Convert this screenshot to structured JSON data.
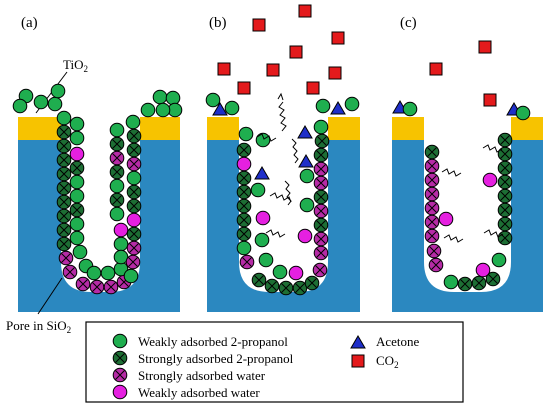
{
  "colors": {
    "substrate": "#2B88C0",
    "tio2": "#F7C300",
    "weak_propanol": "#1FAE4F",
    "strong_propanol": "#1D6E34",
    "strong_water": "#B62BA6",
    "weak_water": "#E520E0",
    "acetone": "#1F2FC9",
    "co2": "#E41A1C"
  },
  "panels": [
    {
      "label": "(a)"
    },
    {
      "label": "(b)"
    },
    {
      "label": "(c)"
    }
  ],
  "annotations": {
    "tio2": "TiO",
    "tio2_sub": "2",
    "pore": "Pore in SiO",
    "pore_sub": "2"
  },
  "legend": {
    "weak_propanol": "Weakly adsorbed 2-propanol",
    "strong_propanol": "Strongly adsorbed 2-propanol",
    "strong_water": "Strongly adsorbed water",
    "weak_water": "Weakly adsorbed water",
    "acetone": "Acetone",
    "co2": "CO",
    "co2_sub": "2"
  }
}
